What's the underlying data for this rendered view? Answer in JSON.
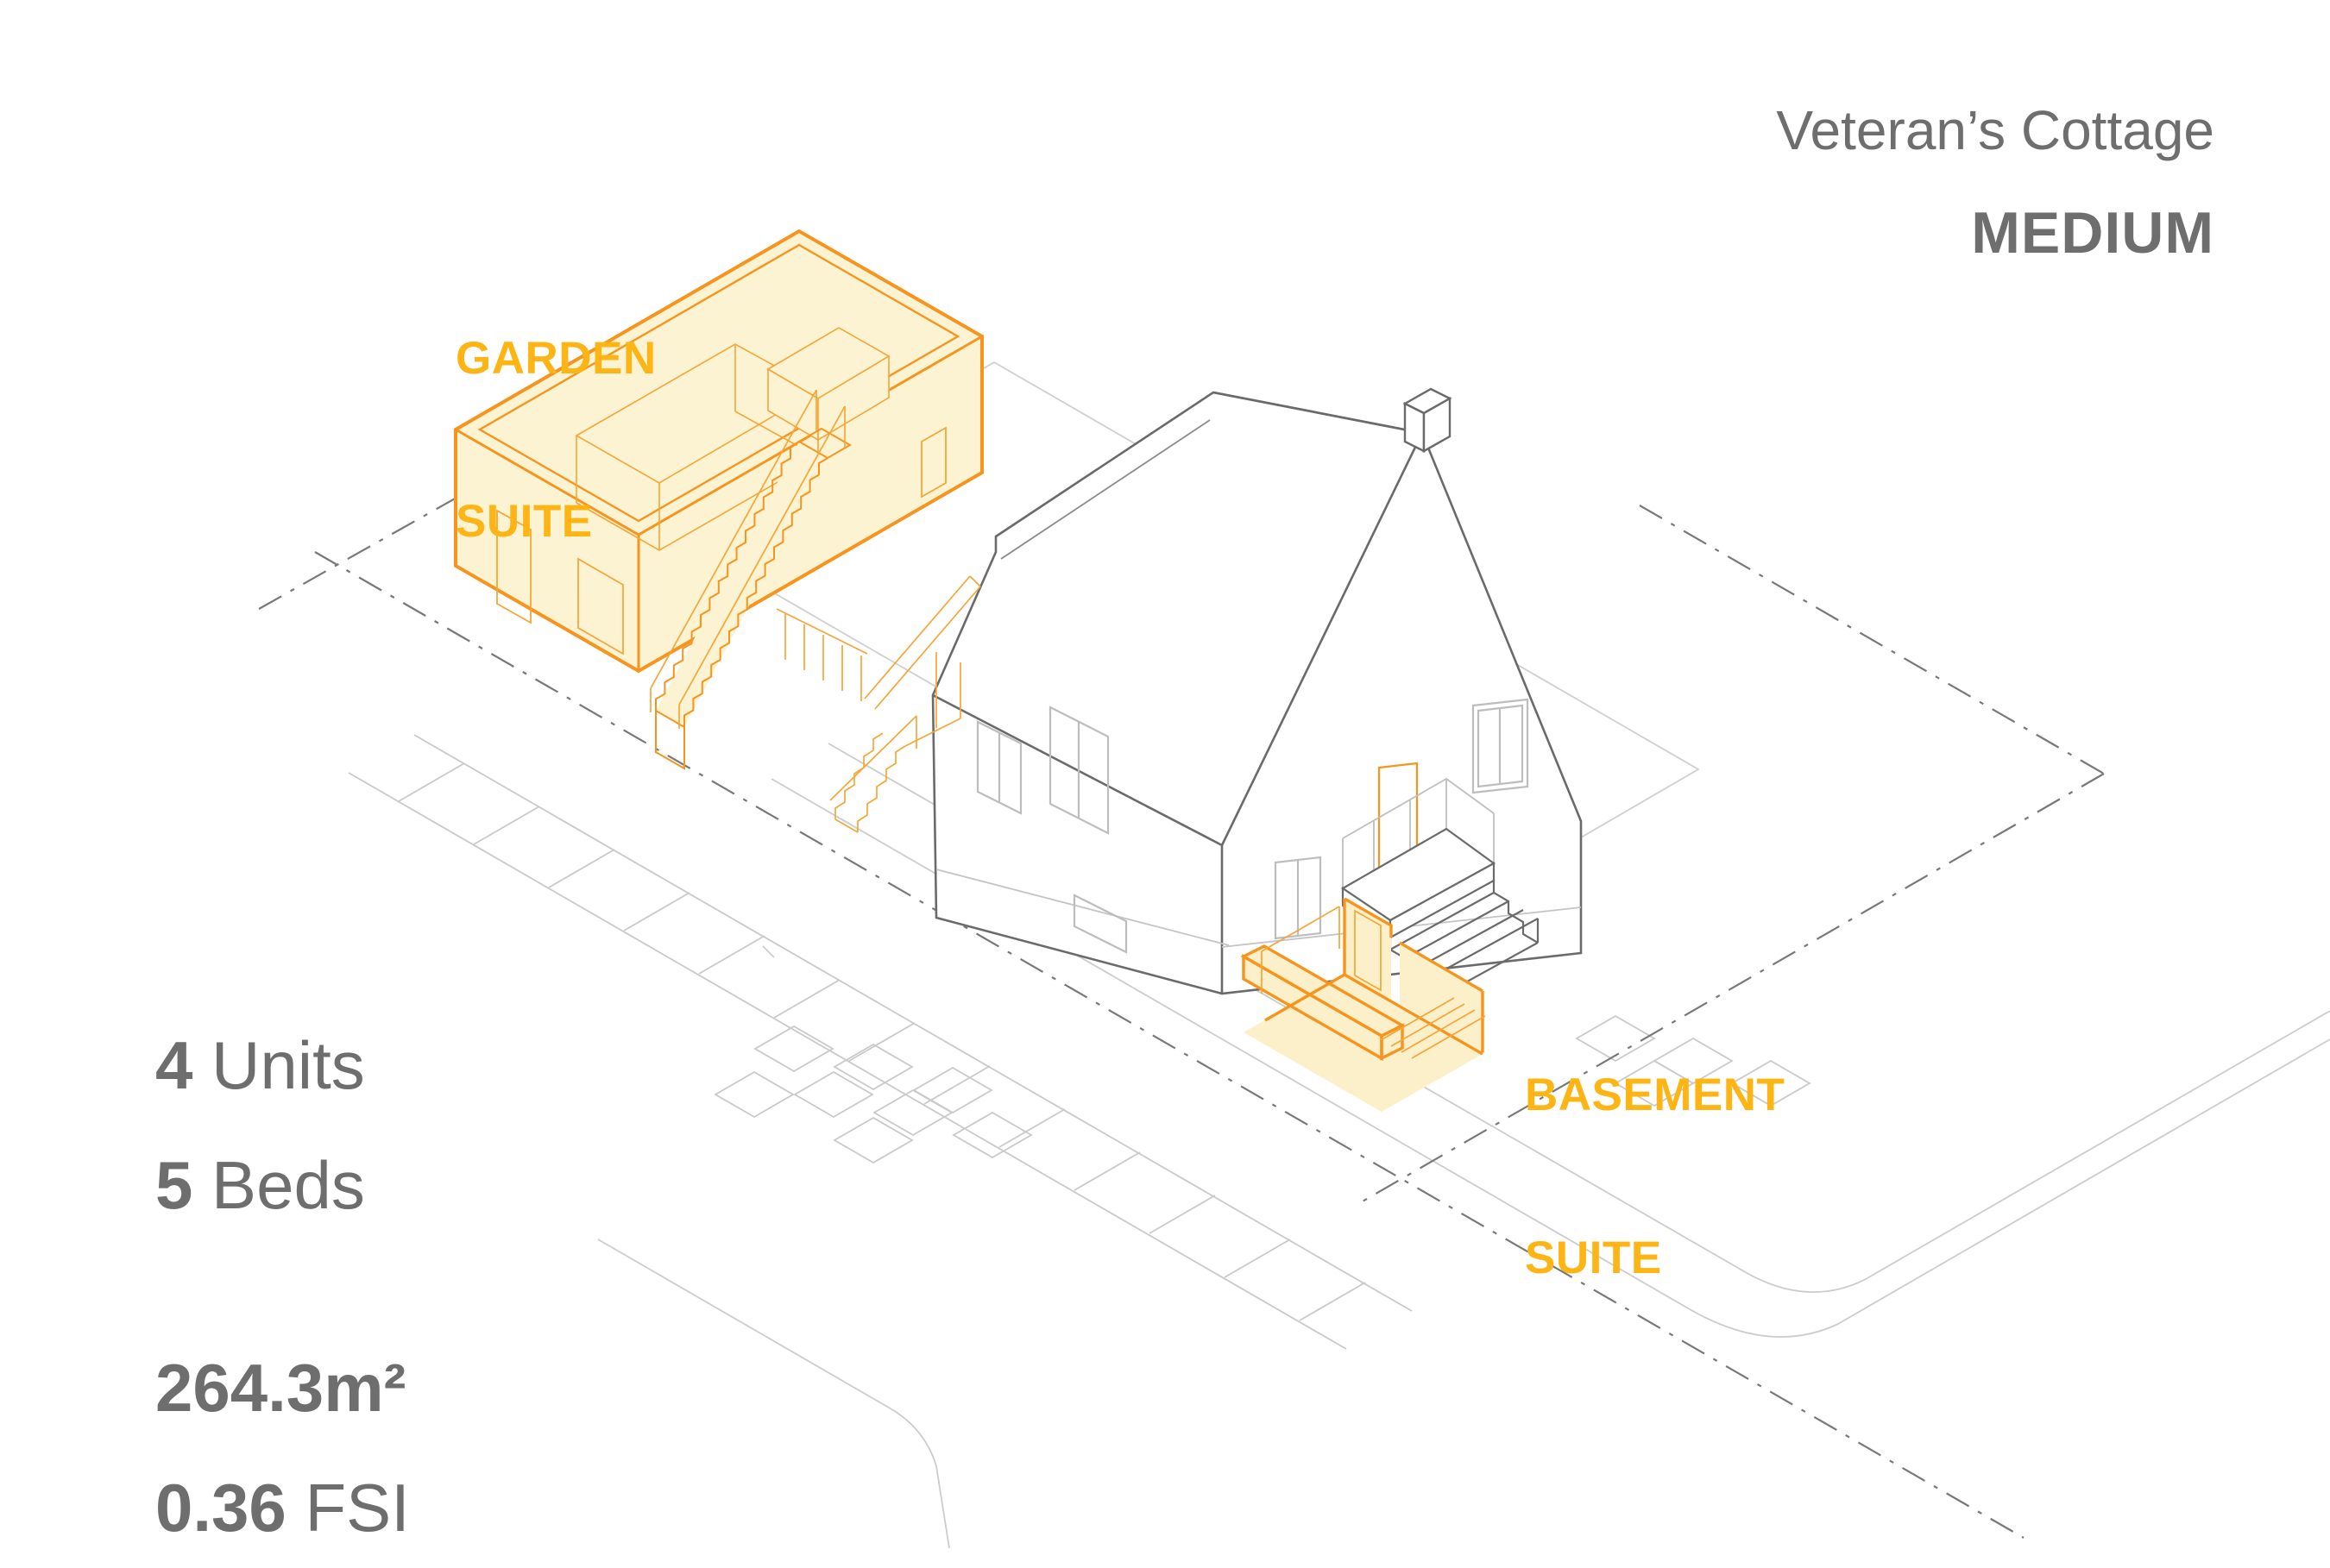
{
  "title": {
    "line1": "Veteran’s Cottage",
    "line2": "MEDIUM"
  },
  "labels": {
    "garden_suite": {
      "line1": "GARDEN",
      "line2": "SUITE"
    },
    "basement_suite": {
      "line1": "BASEMENT",
      "line2": "SUITE"
    }
  },
  "stats": {
    "units_value": "4",
    "units_label": " Units",
    "beds_value": "5",
    "beds_label": " Beds",
    "area_value": "264.3m²",
    "fsi_value": "0.36",
    "fsi_label": " FSI"
  },
  "colors": {
    "accent_orange_line": "#F7941D",
    "accent_orange_thin": "#F6A637",
    "suite_fill_yellow": "#FCF3D3",
    "label_yellow": "#FDB515",
    "text_gray": "#6E6E6E",
    "house_line_gray": "#6A6A6A",
    "window_gray": "#BDBDBD",
    "ground_line_gray": "#CCCCCC",
    "property_line_gray": "#777777"
  },
  "drawing": {
    "type": "isometric-site-plan",
    "elements": [
      "garden-suite-building",
      "garden-suite-exterior-stair",
      "main-house",
      "chimney",
      "front-porch-steps",
      "side-entry-stair",
      "basement-suite-stairwell",
      "property-lines",
      "sidewalk-street-corner",
      "paver-walkway"
    ]
  }
}
